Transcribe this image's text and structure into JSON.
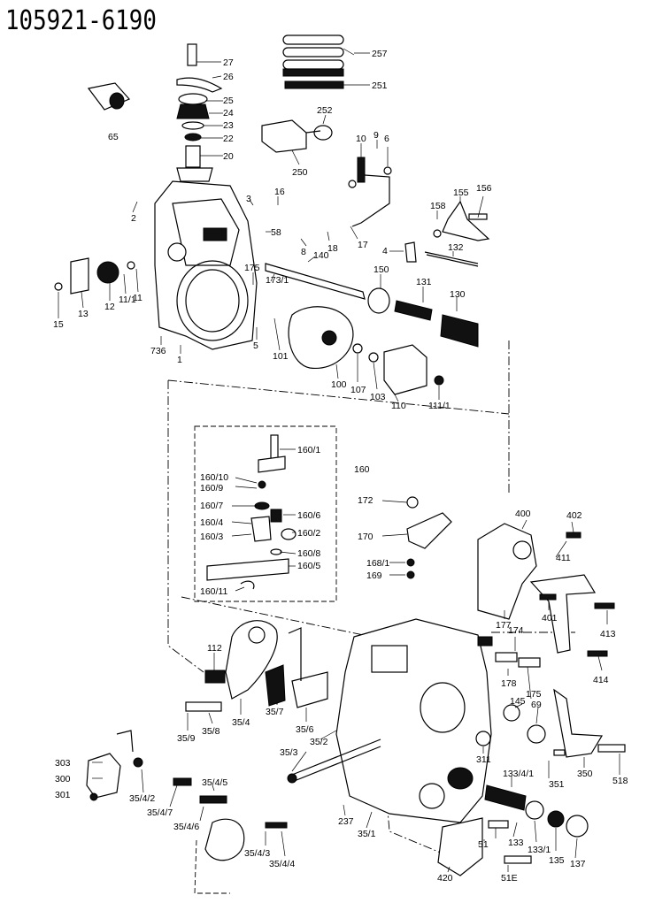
{
  "title": "105921-6190",
  "labels": {
    "p27": "27",
    "p26": "26",
    "p25": "25",
    "p24": "24",
    "p23": "23",
    "p22": "22",
    "p20": "20",
    "p65": "65",
    "p257": "257",
    "p251": "251",
    "p252": "252",
    "p250": "250",
    "p10": "10",
    "p9": "9",
    "p6": "6",
    "p2": "2",
    "p3": "3",
    "p16": "16",
    "p58": "58",
    "p8": "8",
    "p18": "18",
    "p17": "17",
    "p158": "158",
    "p155": "155",
    "p156": "156",
    "p4": "4",
    "p132": "132",
    "p140": "140",
    "p175": "175",
    "p173_1": "173/1",
    "p150": "150",
    "p131": "131",
    "p130": "130",
    "p15": "15",
    "p13": "13",
    "p12": "12",
    "p11_1": "11/1",
    "p11": "11",
    "p736": "736",
    "p1": "1",
    "p5": "5",
    "p101": "101",
    "p100": "100",
    "p107": "107",
    "p103": "103",
    "p110": "110",
    "p111_1": "111/1",
    "p160_1": "160/1",
    "p160": "160",
    "p160_10": "160/10",
    "p160_9": "160/9",
    "p160_7": "160/7",
    "p160_6": "160/6",
    "p160_4": "160/4",
    "p160_2": "160/2",
    "p160_3": "160/3",
    "p160_8": "160/8",
    "p160_5": "160/5",
    "p160_11": "160/11",
    "p172": "172",
    "p170": "170",
    "p168_1": "168/1",
    "p169": "169",
    "p400": "400",
    "p402": "402",
    "p411": "411",
    "p177": "177",
    "p401": "401",
    "p413": "413",
    "p414": "414",
    "p174": "174",
    "p178": "178",
    "p175b": "175",
    "p145": "145",
    "p69": "69",
    "p311": "311",
    "p350": "350",
    "p351": "351",
    "p518": "518",
    "p112": "112",
    "p35_9": "35/9",
    "p35_8": "35/8",
    "p35_4": "35/4",
    "p35_7": "35/7",
    "p35_6": "35/6",
    "p35_2": "35/2",
    "p35_3": "35/3",
    "p303": "303",
    "p300": "300",
    "p301": "301",
    "p35_4_2": "35/4/2",
    "p35_4_7": "35/4/7",
    "p35_4_5": "35/4/5",
    "p35_4_6": "35/4/6",
    "p35_4_3": "35/4/3",
    "p35_4_4": "35/4/4",
    "p237": "237",
    "p35_1": "35/1",
    "p133_4_1": "133/4/1",
    "p133": "133",
    "p133_1": "133/1",
    "p135": "135",
    "p137": "137",
    "p51": "51",
    "p51E": "51E",
    "p420": "420"
  }
}
